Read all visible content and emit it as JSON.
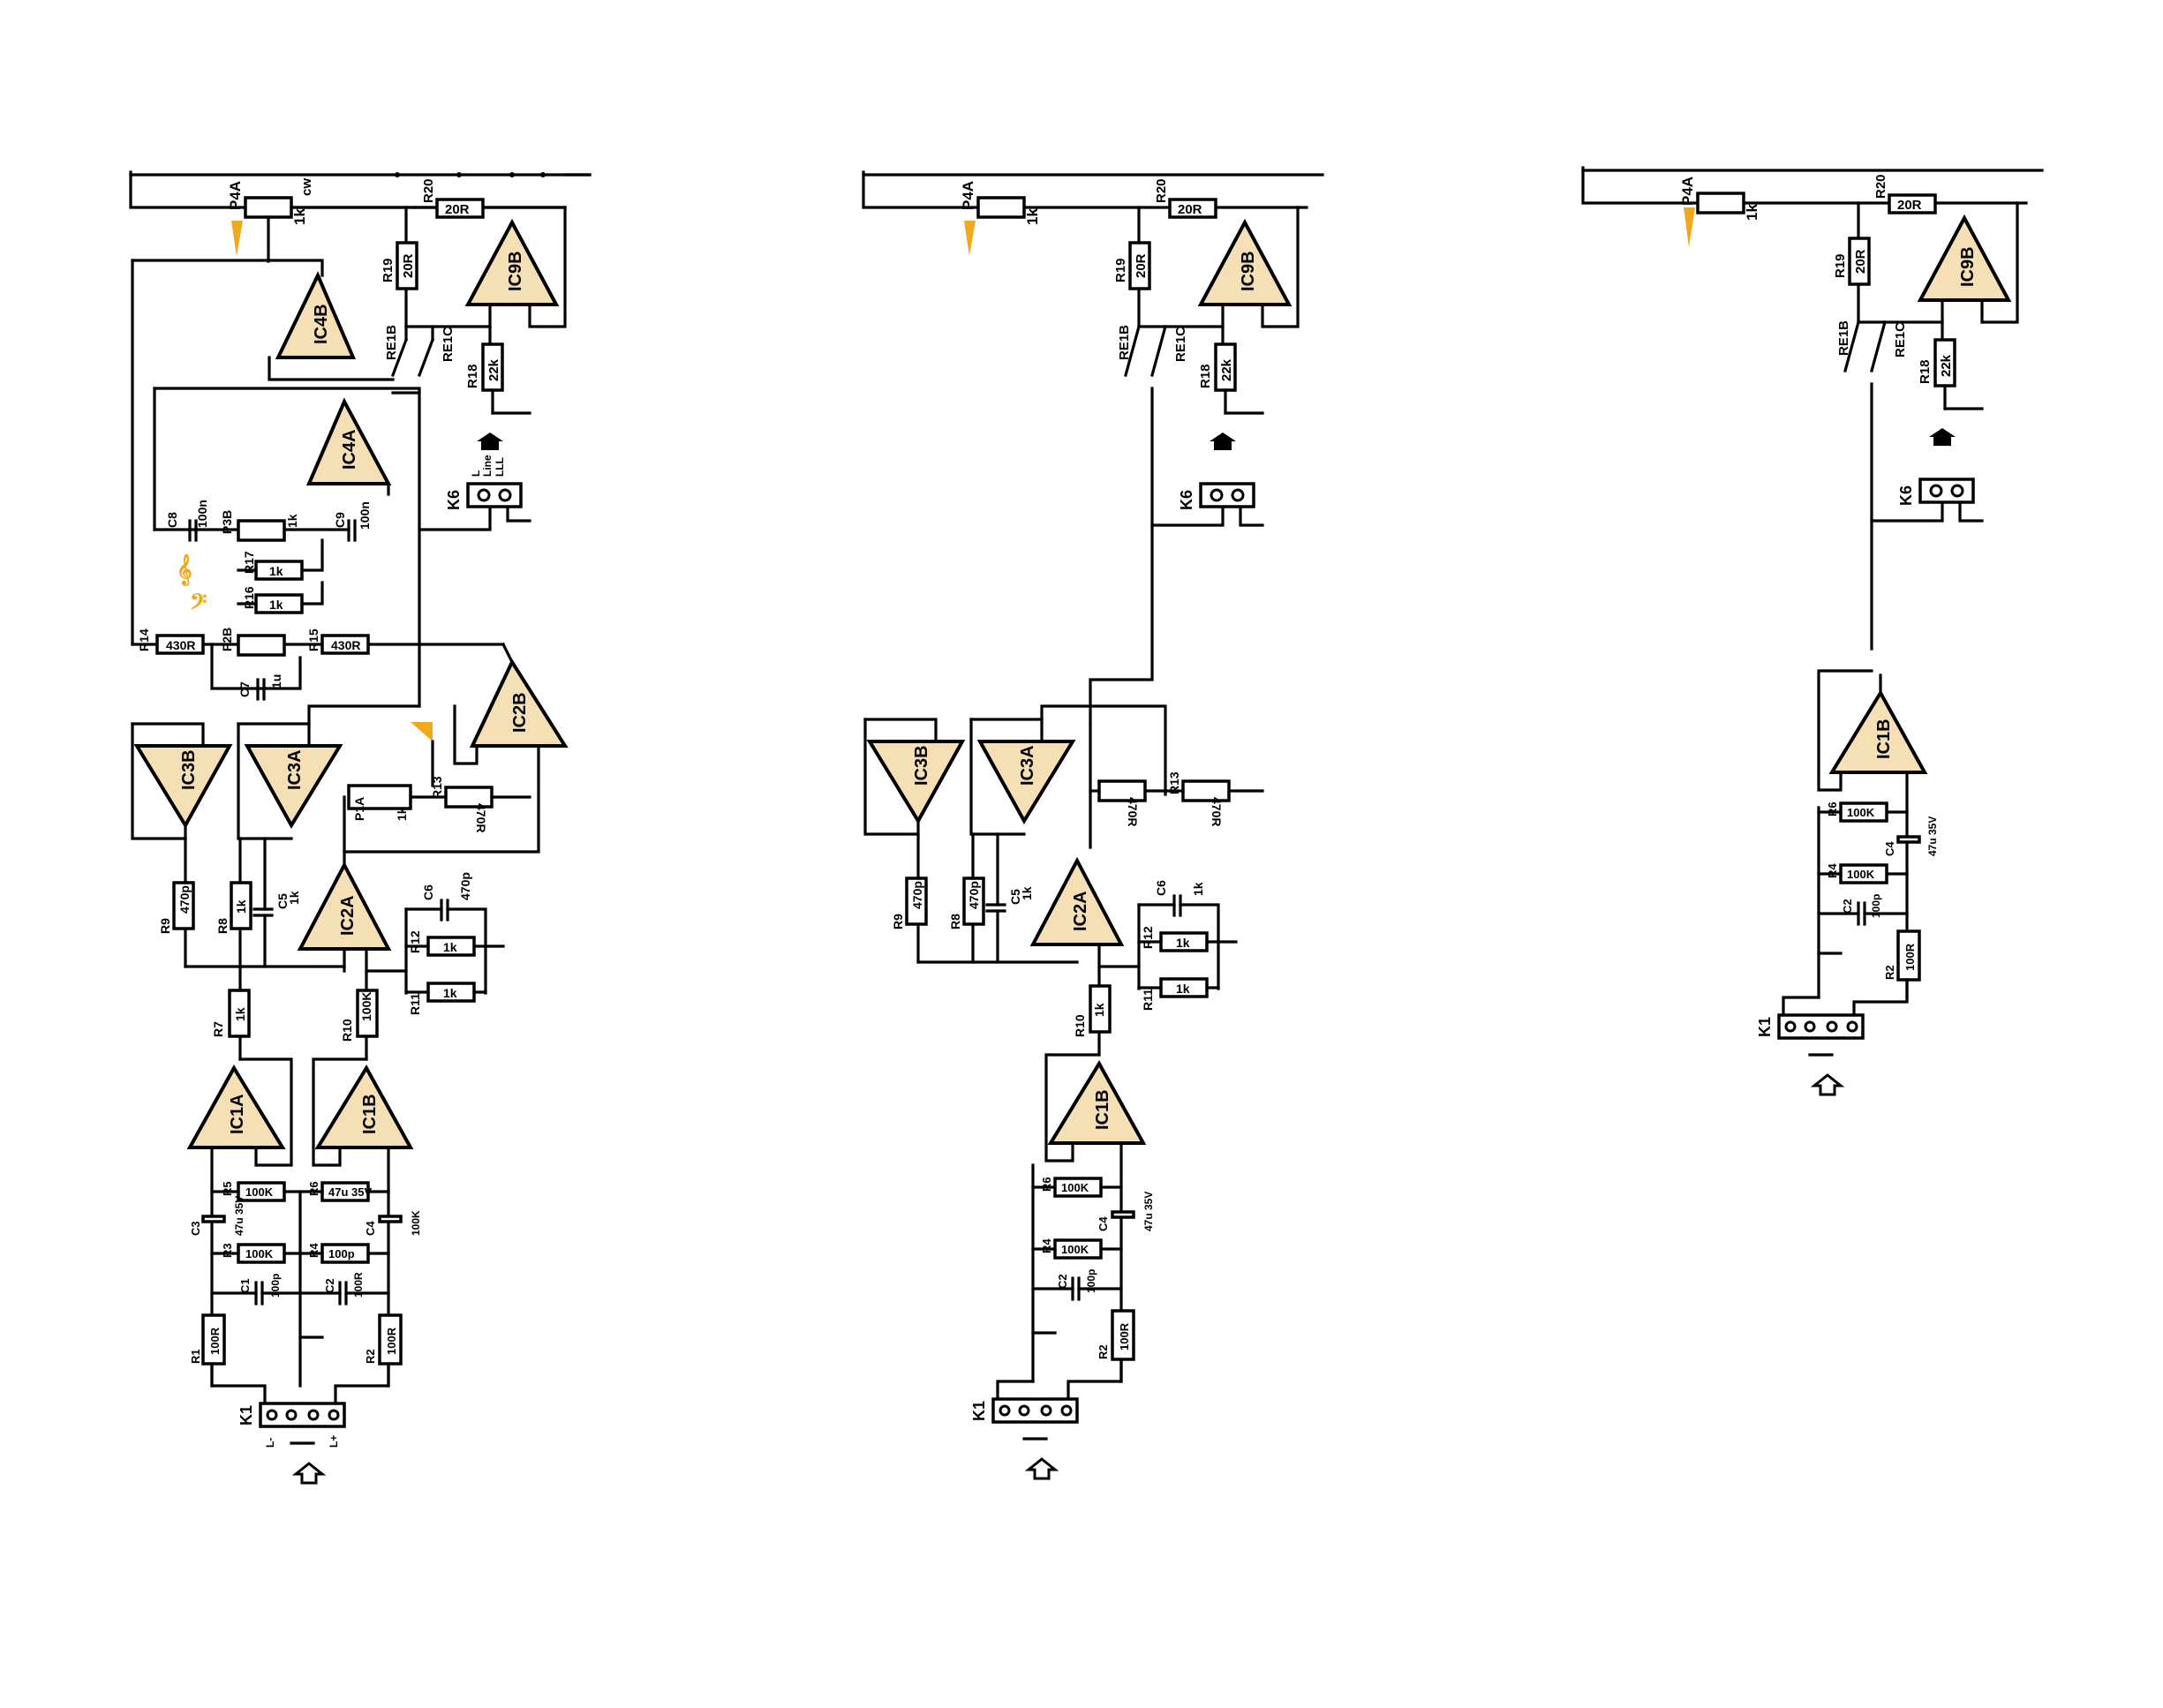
{
  "colors": {
    "wire": "#000000",
    "opamp_fill": "#f5dfb5",
    "accent": "#f0a81c"
  },
  "circuits": [
    {
      "ref_labels": [
        "P4A",
        "R20",
        "R19",
        "R18",
        "RE1B",
        "RE1C",
        "IC9B",
        "IC4B",
        "IC4A",
        "K6",
        "C8",
        "C9",
        "P3B",
        "R17",
        "R16",
        "R14",
        "P2B",
        "R15",
        "C7",
        "IC2B",
        "IC3B",
        "IC3A",
        "P1A",
        "R13",
        "R9",
        "R8",
        "C5",
        "IC2A",
        "C6",
        "R12",
        "R11",
        "R7",
        "R10",
        "IC1A",
        "IC1B",
        "R5",
        "R6",
        "C3",
        "C4",
        "R3",
        "R4",
        "C1",
        "C2",
        "R1",
        "R2",
        "K1"
      ],
      "values": [
        "1k",
        "20R",
        "20R",
        "22k",
        "100n",
        "100n",
        "1k",
        "1k",
        "1k",
        "430R",
        "430R",
        "1u",
        "470R",
        "1k",
        "1k",
        "470p",
        "470p",
        "1k",
        "1k",
        "1k",
        "1k",
        "100K",
        "100K",
        "47u 35V",
        "47u 35V",
        "100K",
        "100K",
        "100p",
        "100p",
        "100R",
        "100R"
      ],
      "k6_labels": [
        "Line",
        "LLL",
        "L"
      ],
      "k1_labels": [
        "L-",
        "L+"
      ],
      "cw": "cw"
    },
    {
      "ref_labels": [
        "P4A",
        "R20",
        "R19",
        "R18",
        "RE1B",
        "RE1C",
        "IC9B",
        "K6",
        "IC3B",
        "IC3A",
        "R13",
        "R9",
        "R8",
        "C5",
        "IC2A",
        "C6",
        "R12",
        "R11",
        "R10",
        "IC1B",
        "R6",
        "C4",
        "R4",
        "C2",
        "R2",
        "K1"
      ],
      "values": [
        "1k",
        "20R",
        "20R",
        "22k",
        "470R",
        "470R",
        "1k",
        "1k",
        "470p",
        "470p",
        "1k",
        "1k",
        "1k",
        "100K",
        "47u 35V",
        "100K",
        "100p",
        "100R"
      ]
    },
    {
      "ref_labels": [
        "P4A",
        "R20",
        "R19",
        "R18",
        "RE1B",
        "RE1C",
        "IC9B",
        "K6",
        "IC1B",
        "R6",
        "C4",
        "R4",
        "C2",
        "R2",
        "K1"
      ],
      "values": [
        "1k",
        "20R",
        "20R",
        "22k",
        "100K",
        "47u 35V",
        "100K",
        "100p",
        "100R"
      ]
    }
  ]
}
